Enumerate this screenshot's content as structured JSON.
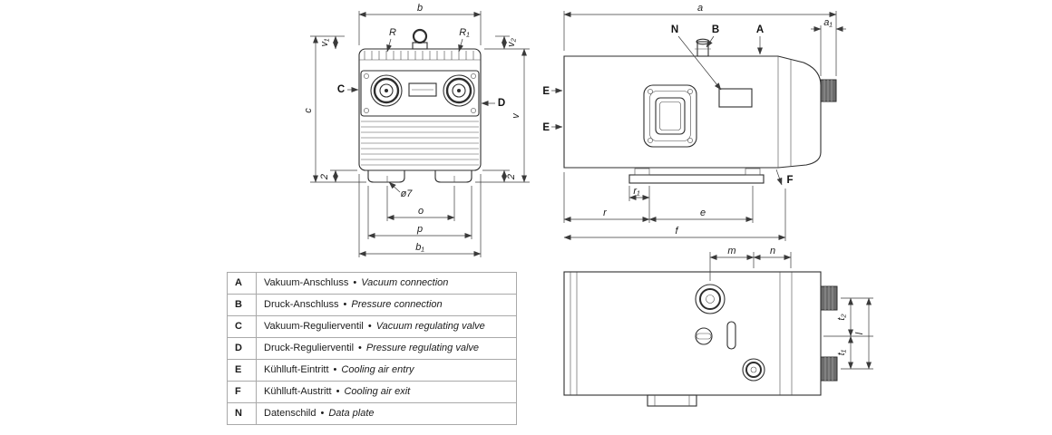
{
  "drawing": {
    "line_color": "#2e2e2e",
    "background": "#ffffff",
    "knob_fill": "#6b6b6b"
  },
  "front_view": {
    "dims": {
      "b": "b",
      "R": "R",
      "R1": "R₁",
      "v1": "v₁",
      "v2": "v₂",
      "c": "c",
      "v": "v",
      "foot_left": "2",
      "foot_right": "2",
      "hole": "ø7",
      "o": "o",
      "p": "p",
      "b1": "b₁"
    },
    "callouts": {
      "C": "C",
      "D": "D"
    }
  },
  "side_view": {
    "dims": {
      "a": "a",
      "a1": "a₁",
      "r1": "r₁",
      "r": "r",
      "e": "e",
      "f": "f"
    },
    "callouts": {
      "N": "N",
      "B": "B",
      "A": "A",
      "E_top": "E",
      "E_bottom": "E",
      "F": "F"
    }
  },
  "top_view": {
    "dims": {
      "m": "m",
      "n": "n",
      "t2": "t₂",
      "t1": "t₁",
      "l": "l"
    }
  },
  "legend": {
    "separator": "•",
    "rows": [
      {
        "key": "A",
        "de": "Vakuum-Anschluss",
        "en": "Vacuum connection"
      },
      {
        "key": "B",
        "de": "Druck-Anschluss",
        "en": "Pressure connection"
      },
      {
        "key": "C",
        "de": "Vakuum-Regulierventil",
        "en": "Vacuum regulating valve"
      },
      {
        "key": "D",
        "de": "Druck-Regulierventil",
        "en": "Pressure regulating valve"
      },
      {
        "key": "E",
        "de": "Kühlluft-Eintritt",
        "en": "Cooling air entry"
      },
      {
        "key": "F",
        "de": "Kühlluft-Austritt",
        "en": "Cooling air exit"
      },
      {
        "key": "N",
        "de": "Datenschild",
        "en": "Data plate"
      }
    ]
  }
}
